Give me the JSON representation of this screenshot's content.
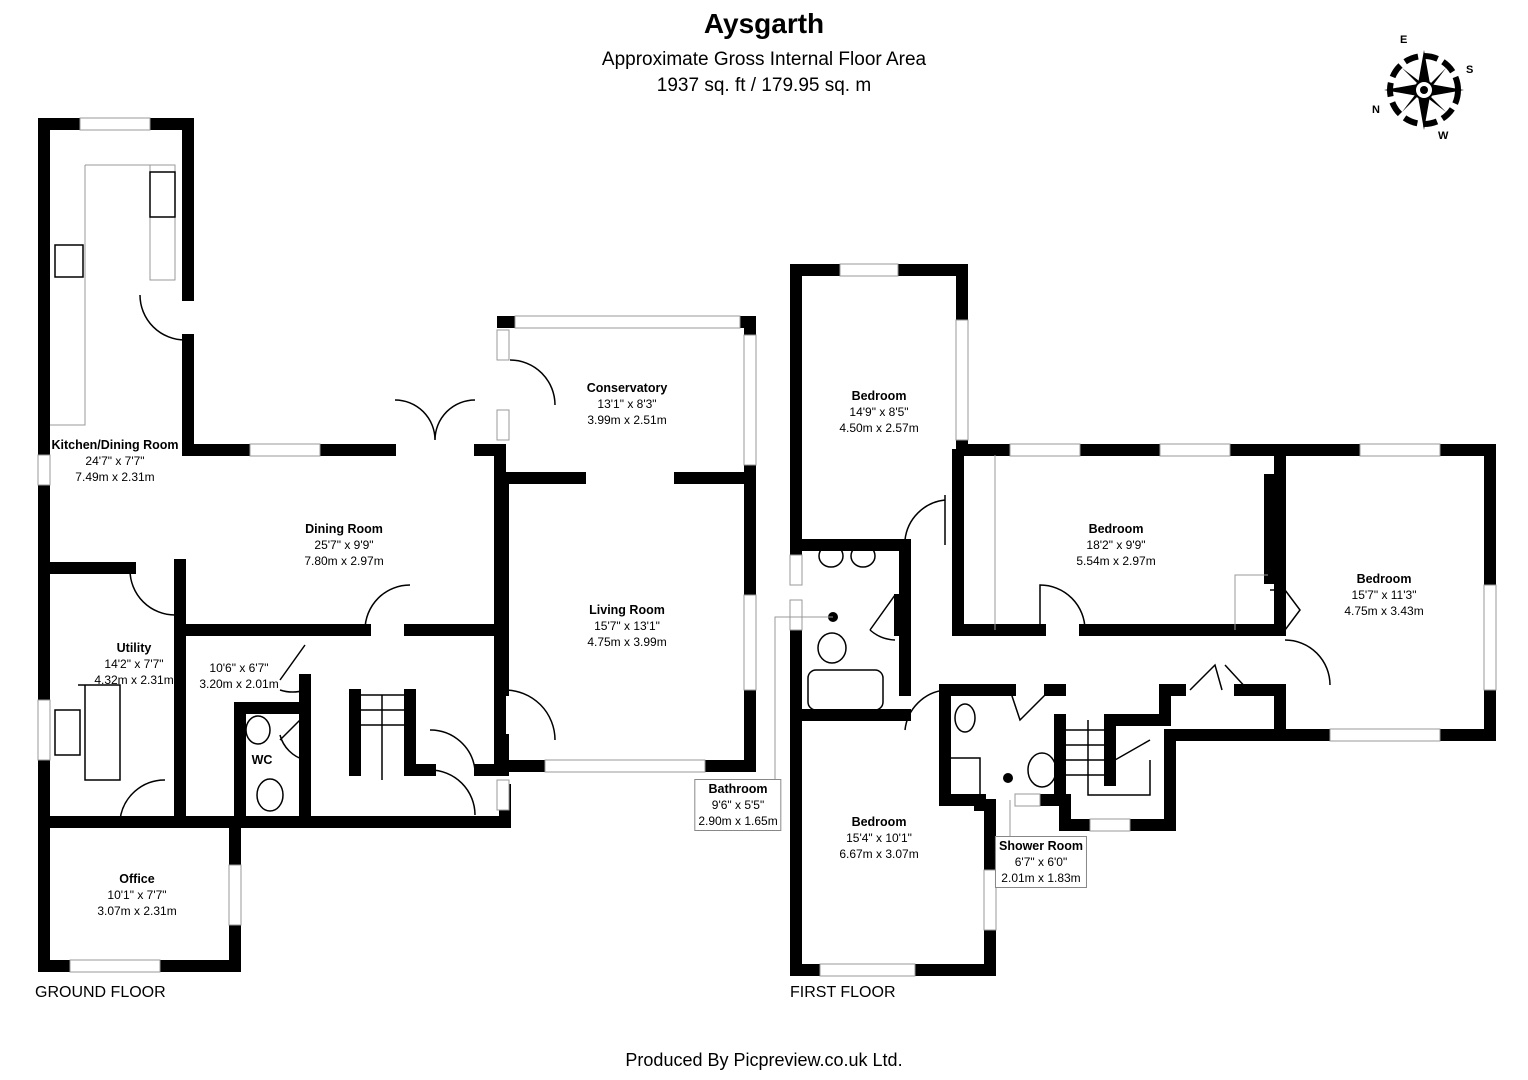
{
  "header": {
    "title": "Aysgarth",
    "subtitle": "Approximate Gross Internal Floor Area",
    "area": "1937 sq. ft / 179.95 sq. m"
  },
  "compass": {
    "n": "N",
    "e": "E",
    "s": "S",
    "w": "W"
  },
  "ground_floor": {
    "label": "GROUND FLOOR",
    "rooms": [
      {
        "name": "Kitchen/Dining Room",
        "imperial": "24'7\" x 7'7\"",
        "metric": "7.49m x 2.31m"
      },
      {
        "name": "Dining Room",
        "imperial": "25'7\" x 9'9\"",
        "metric": "7.80m x 2.97m"
      },
      {
        "name": "Conservatory",
        "imperial": "13'1\" x 8'3\"",
        "metric": "3.99m x 2.51m"
      },
      {
        "name": "Living Room",
        "imperial": "15'7\" x 13'1\"",
        "metric": "4.75m x 3.99m"
      },
      {
        "name": "Utility",
        "imperial": "14'2\" x 7'7\"",
        "metric": "4.32m x 2.31m"
      },
      {
        "name": "",
        "imperial": "10'6\" x 6'7\"",
        "metric": "3.20m x 2.01m"
      },
      {
        "name": "WC",
        "imperial": "",
        "metric": ""
      },
      {
        "name": "Office",
        "imperial": "10'1\" x 7'7\"",
        "metric": "3.07m x 2.31m"
      }
    ]
  },
  "first_floor": {
    "label": "FIRST FLOOR",
    "rooms": [
      {
        "name": "Bedroom",
        "imperial": "14'9\" x 8'5\"",
        "metric": "4.50m x 2.57m"
      },
      {
        "name": "Bedroom",
        "imperial": "18'2\" x 9'9\"",
        "metric": "5.54m x 2.97m"
      },
      {
        "name": "Bedroom",
        "imperial": "15'7\" x 11'3\"",
        "metric": "4.75m x 3.43m"
      },
      {
        "name": "Bathroom",
        "imperial": "9'6\" x 5'5\"",
        "metric": "2.90m x 1.65m"
      },
      {
        "name": "Bedroom",
        "imperial": "15'4\" x 10'1\"",
        "metric": "6.67m x 3.07m"
      },
      {
        "name": "Shower Room",
        "imperial": "6'7\" x 6'0\"",
        "metric": "2.01m x 1.83m"
      }
    ]
  },
  "footer": {
    "credit": "Produced By Picpreview.co.uk Ltd."
  }
}
